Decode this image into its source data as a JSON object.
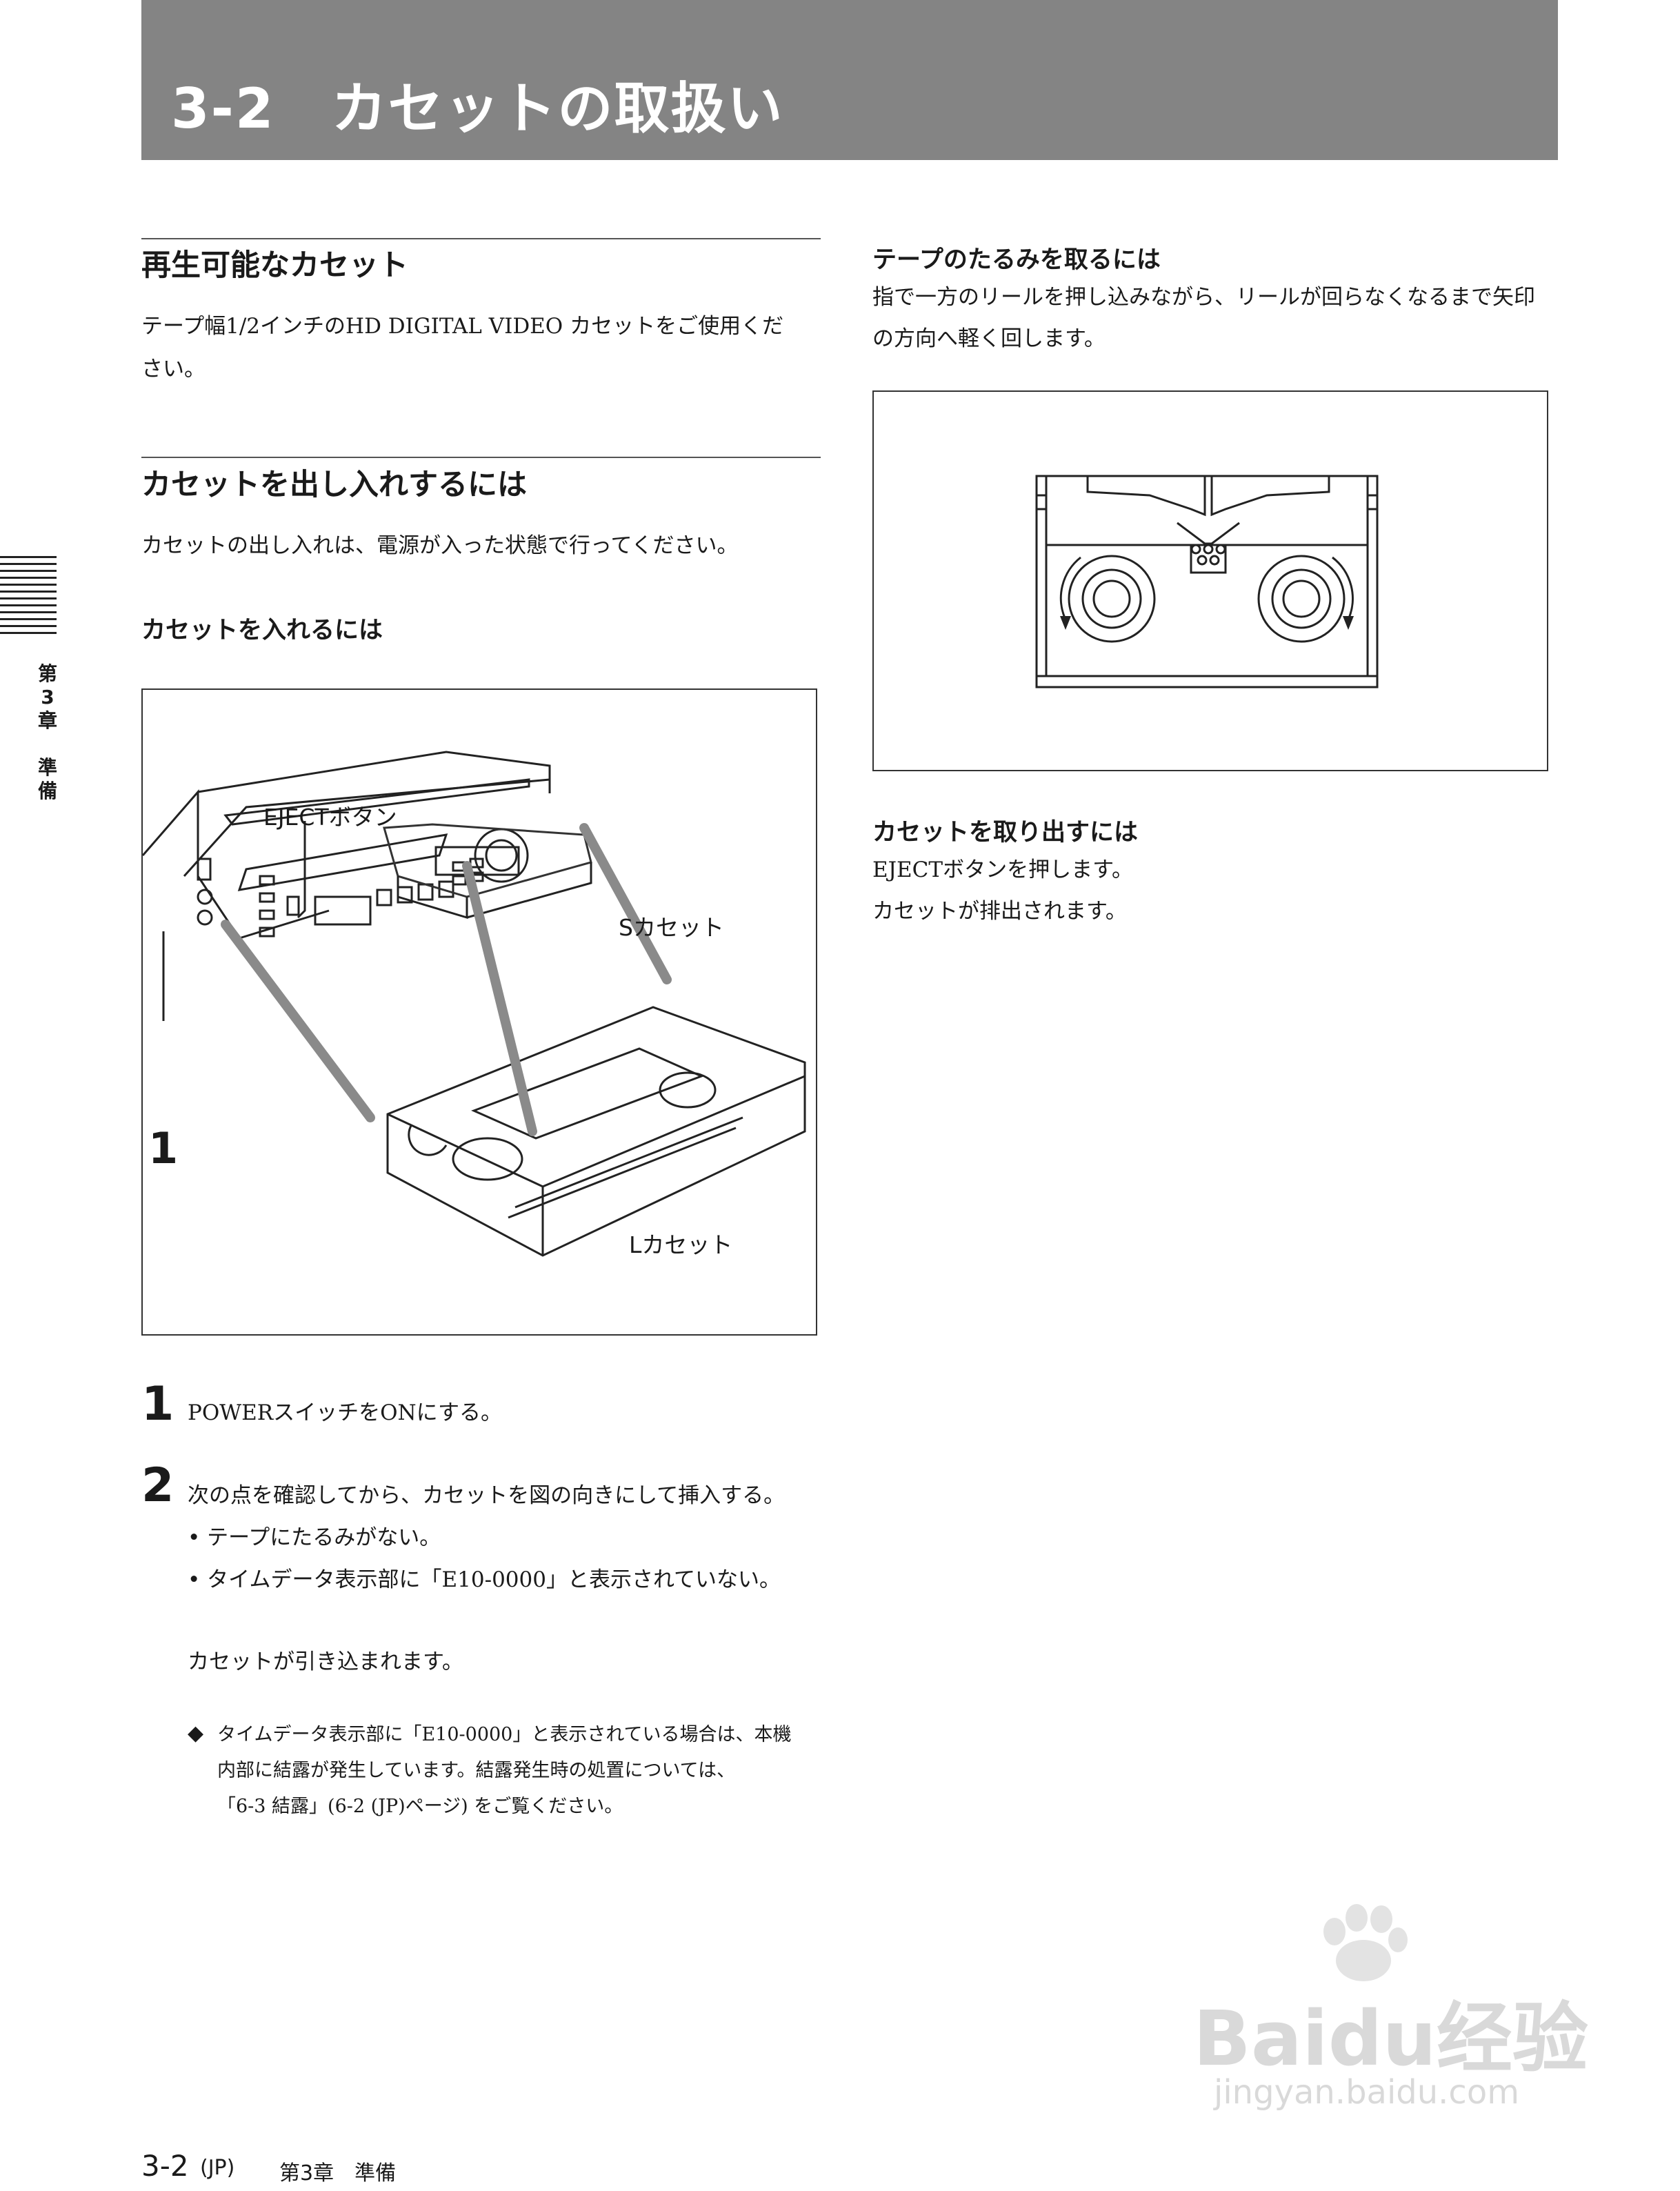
{
  "header": {
    "title": "3-2　カセットの取扱い"
  },
  "side_tab": {
    "chapter": "第3章",
    "label": "準備"
  },
  "left": {
    "playable": {
      "title": "再生可能なカセット",
      "line1": "テープ幅1/2インチのHD DIGITAL VIDEO カセットをご使用くだ",
      "line2": "さい。"
    },
    "insert_remove": {
      "title": "カセットを出し入れするには",
      "text": "カセットの出し入れは、電源が入った状態で行ってください。"
    },
    "insert": {
      "subtitle": "カセットを入れるには",
      "figure": {
        "eject_label": "EJECTボタン",
        "s_label": "Sカセット",
        "l_label": "Lカセット",
        "callout": "1"
      }
    },
    "steps": [
      {
        "num": "1",
        "text": "POWERスイッチをONにする。"
      },
      {
        "num": "2",
        "text": "次の点を確認してから、カセットを図の向きにして挿入する。"
      }
    ],
    "bullets": [
      "• テープにたるみがない。",
      "• タイムデータ表示部に「E10-0000」と表示されていない。"
    ],
    "result": "カセットが引き込まれます。",
    "note": {
      "symbol": "◆",
      "line1": "タイムデータ表示部に「E10-0000」と表示されている場合は、本機",
      "line2": "内部に結露が発生しています。結露発生時の処置については、",
      "line3": "「6-3 結露」(6-2 (JP)ページ) をご覧ください。"
    }
  },
  "right": {
    "slack": {
      "subtitle": "テープのたるみを取るには",
      "line1": "指で一方のリールを押し込みながら、リールが回らなくなるまで矢印",
      "line2": "の方向へ軽く回します。"
    },
    "eject": {
      "subtitle": "カセットを取り出すには",
      "line1": "EJECTボタンを押します。",
      "line2": "カセットが排出されます。"
    }
  },
  "footer": {
    "page": "3-2",
    "jp": "(JP)",
    "chapter": "第3章　準備"
  },
  "watermark": {
    "brand": "Baidu经验",
    "url": "jingyan.baidu.com"
  }
}
